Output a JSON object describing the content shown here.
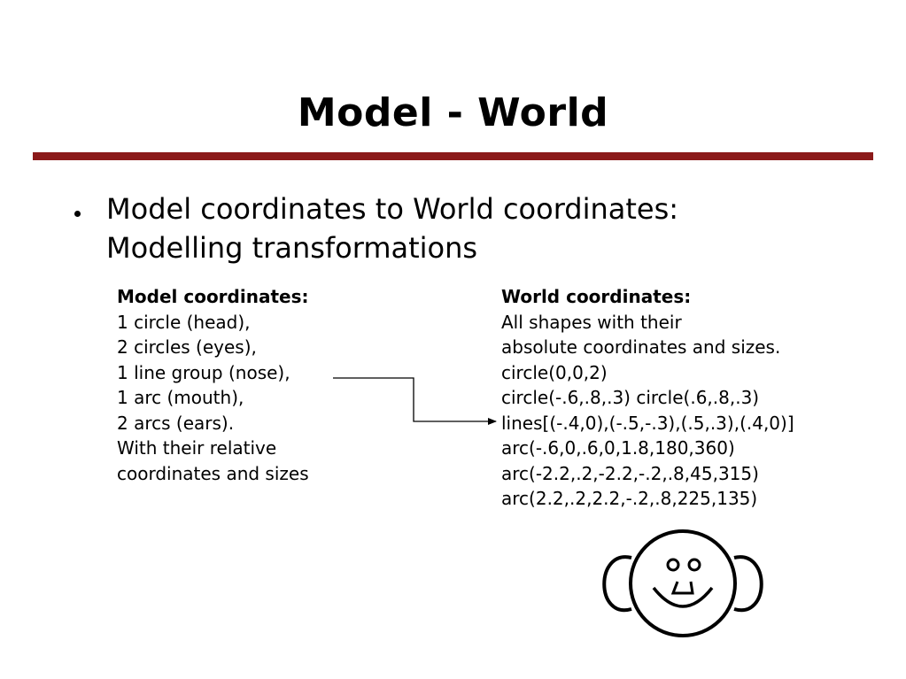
{
  "slide": {
    "title": "Model - World",
    "accent_color": "#8b1a1a",
    "bullet": {
      "line1": "Model coordinates to World coordinates:",
      "line2": "Modelling transformations"
    },
    "model_column": {
      "heading": "Model coordinates:",
      "lines": [
        "1 circle (head),",
        "2 circles (eyes),",
        "1 line group (nose),",
        "1 arc (mouth),",
        "2 arcs (ears).",
        "With their relative",
        "coordinates and sizes"
      ]
    },
    "world_column": {
      "heading": "World coordinates:",
      "lines": [
        "All shapes with their",
        "absolute coordinates and sizes.",
        "circle(0,0,2)",
        "circle(-.6,.8,.3) circle(.6,.8,.3)",
        "lines[(-.4,0),(-.5,-.3),(.5,.3),(.4,0)]",
        "arc(-.6,0,.6,0,1.8,180,360)",
        "arc(-2.2,.2,-2.2,-.2,.8,45,315)",
        "arc(2.2,.2,2.2,-.2,.8,225,135)"
      ]
    },
    "illustration_icon": "smiley-face-icon",
    "connector_icon": "arrow-icon"
  }
}
